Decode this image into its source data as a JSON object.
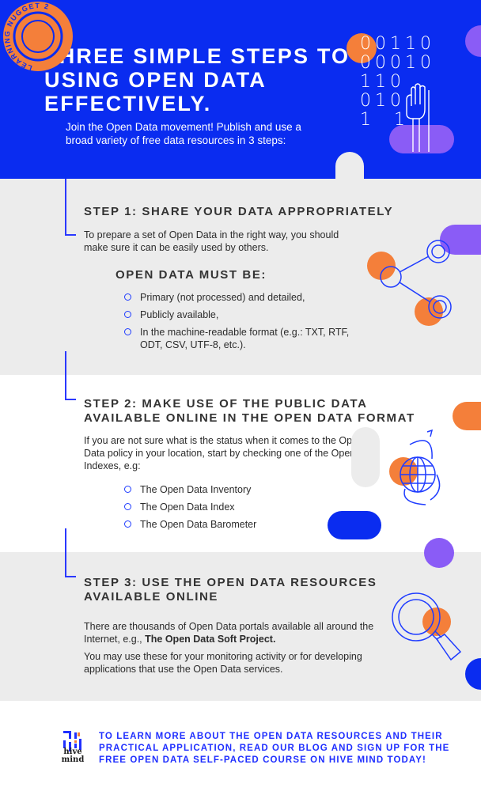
{
  "badge": {
    "text": "LEARNING NUGGET 2"
  },
  "header": {
    "title_lines": [
      "THREE SIMPLE STEPS TO",
      "USING OPEN DATA",
      "EFFECTIVELY."
    ],
    "intro": "Join the Open Data movement! Publish and use a broad variety of free data resources in 3 steps:",
    "binary": "00110\n00010\n110\n010\n1  1"
  },
  "step1": {
    "title": "STEP 1: SHARE YOUR DATA APPROPRIATELY",
    "body": "To prepare a set of Open Data in the right way, you should make sure it can be easily used by others.",
    "subtitle": "OPEN DATA MUST BE:",
    "bullets": [
      "Primary (not processed) and detailed,",
      "Publicly available,",
      "In the machine-readable format (e.g.: TXT, RTF, ODT, CSV, UTF-8, etc.)."
    ]
  },
  "step2": {
    "title_lines": [
      "STEP 2: MAKE USE OF THE PUBLIC DATA",
      "AVAILABLE ONLINE IN THE OPEN DATA FORMAT"
    ],
    "body": "If you are not sure what is the status when it comes to the Open Data policy in your location, start by checking one of the Open Data Indexes, e.g:",
    "bullets": [
      "The Open Data Inventory",
      "The Open Data Index",
      "The Open Data Barometer"
    ]
  },
  "step3": {
    "title_lines": [
      "STEP 3: USE THE OPEN DATA RESOURCES",
      "AVAILABLE ONLINE"
    ],
    "body_pre": "There are thousands of Open Data portals available all around the Internet, e.g., ",
    "body_bold": "The Open Data Soft Project.",
    "body2": "You may use these for your monitoring activity or for developing applications that use the Open Data services."
  },
  "footer": {
    "text": "TO LEARN MORE ABOUT THE OPEN DATA RESOURCES AND THEIR PRACTICAL APPLICATION, READ OUR BLOG AND SIGN UP FOR THE FREE OPEN DATA SELF-PACED COURSE ON HIVE MIND TODAY!",
    "logo_line1": "hive",
    "logo_line2": "mind"
  },
  "colors": {
    "blue": "#0a2cf0",
    "orange": "#f47f3a",
    "purple": "#8a5cf6",
    "grey": "#ececec"
  }
}
